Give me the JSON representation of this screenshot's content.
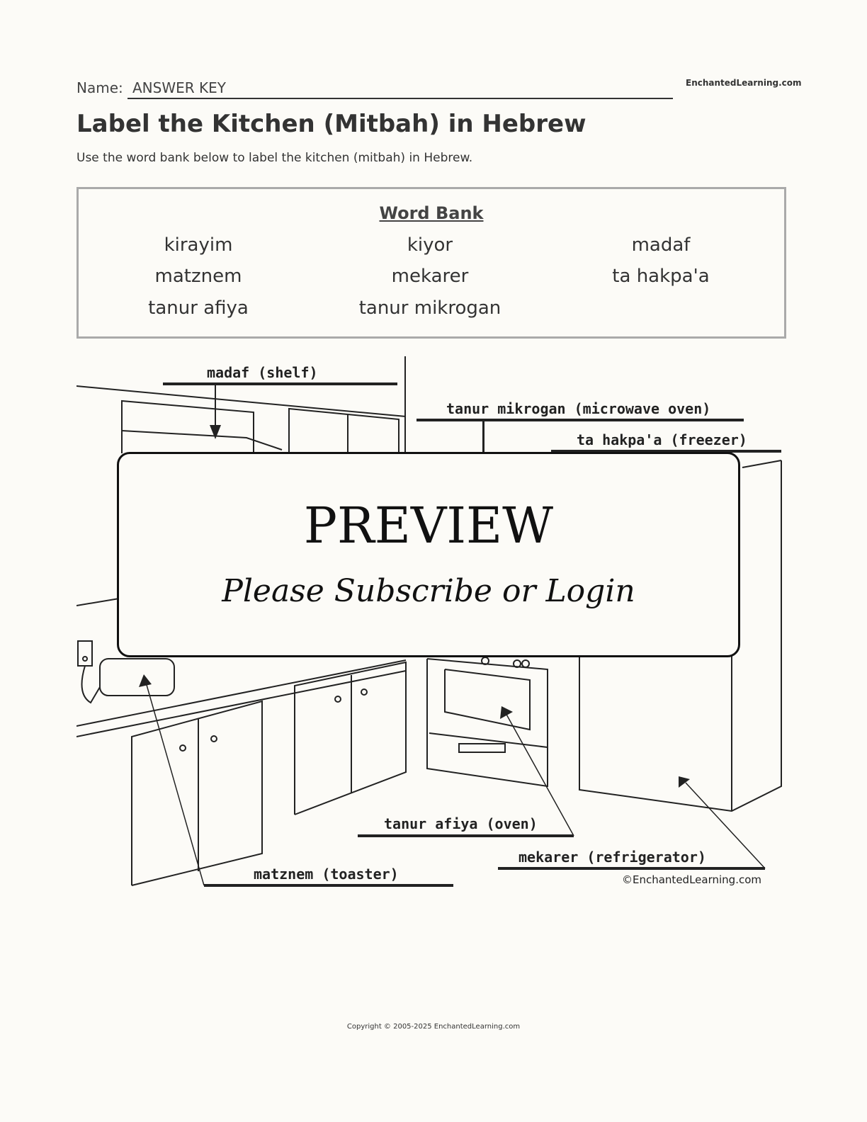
{
  "header": {
    "name_label": "Name:",
    "name_value": "ANSWER KEY",
    "site": "EnchantedLearning.com"
  },
  "title": "Label the Kitchen (Mitbah) in Hebrew",
  "instructions": "Use the word bank below to label the kitchen (mitbah) in Hebrew.",
  "word_bank": {
    "title": "Word Bank",
    "words": [
      "kirayim",
      "kiyor",
      "madaf",
      "matznem",
      "mekarer",
      "ta hakpa'a",
      "tanur afiya",
      "tanur mikrogan"
    ]
  },
  "diagram": {
    "labels": {
      "shelf": "madaf (shelf)",
      "microwave": "tanur mikrogan (microwave oven)",
      "freezer": "ta hakpa'a (freezer)",
      "oven": "tanur afiya (oven)",
      "refrigerator": "mekarer (refrigerator)",
      "toaster": "matznem (toaster)"
    },
    "credit": "©EnchantedLearning.com"
  },
  "preview": {
    "title": "PREVIEW",
    "subtitle": "Please Subscribe or Login"
  },
  "footer": {
    "copyright": "Copyright © 2005-2025 EnchantedLearning.com"
  }
}
